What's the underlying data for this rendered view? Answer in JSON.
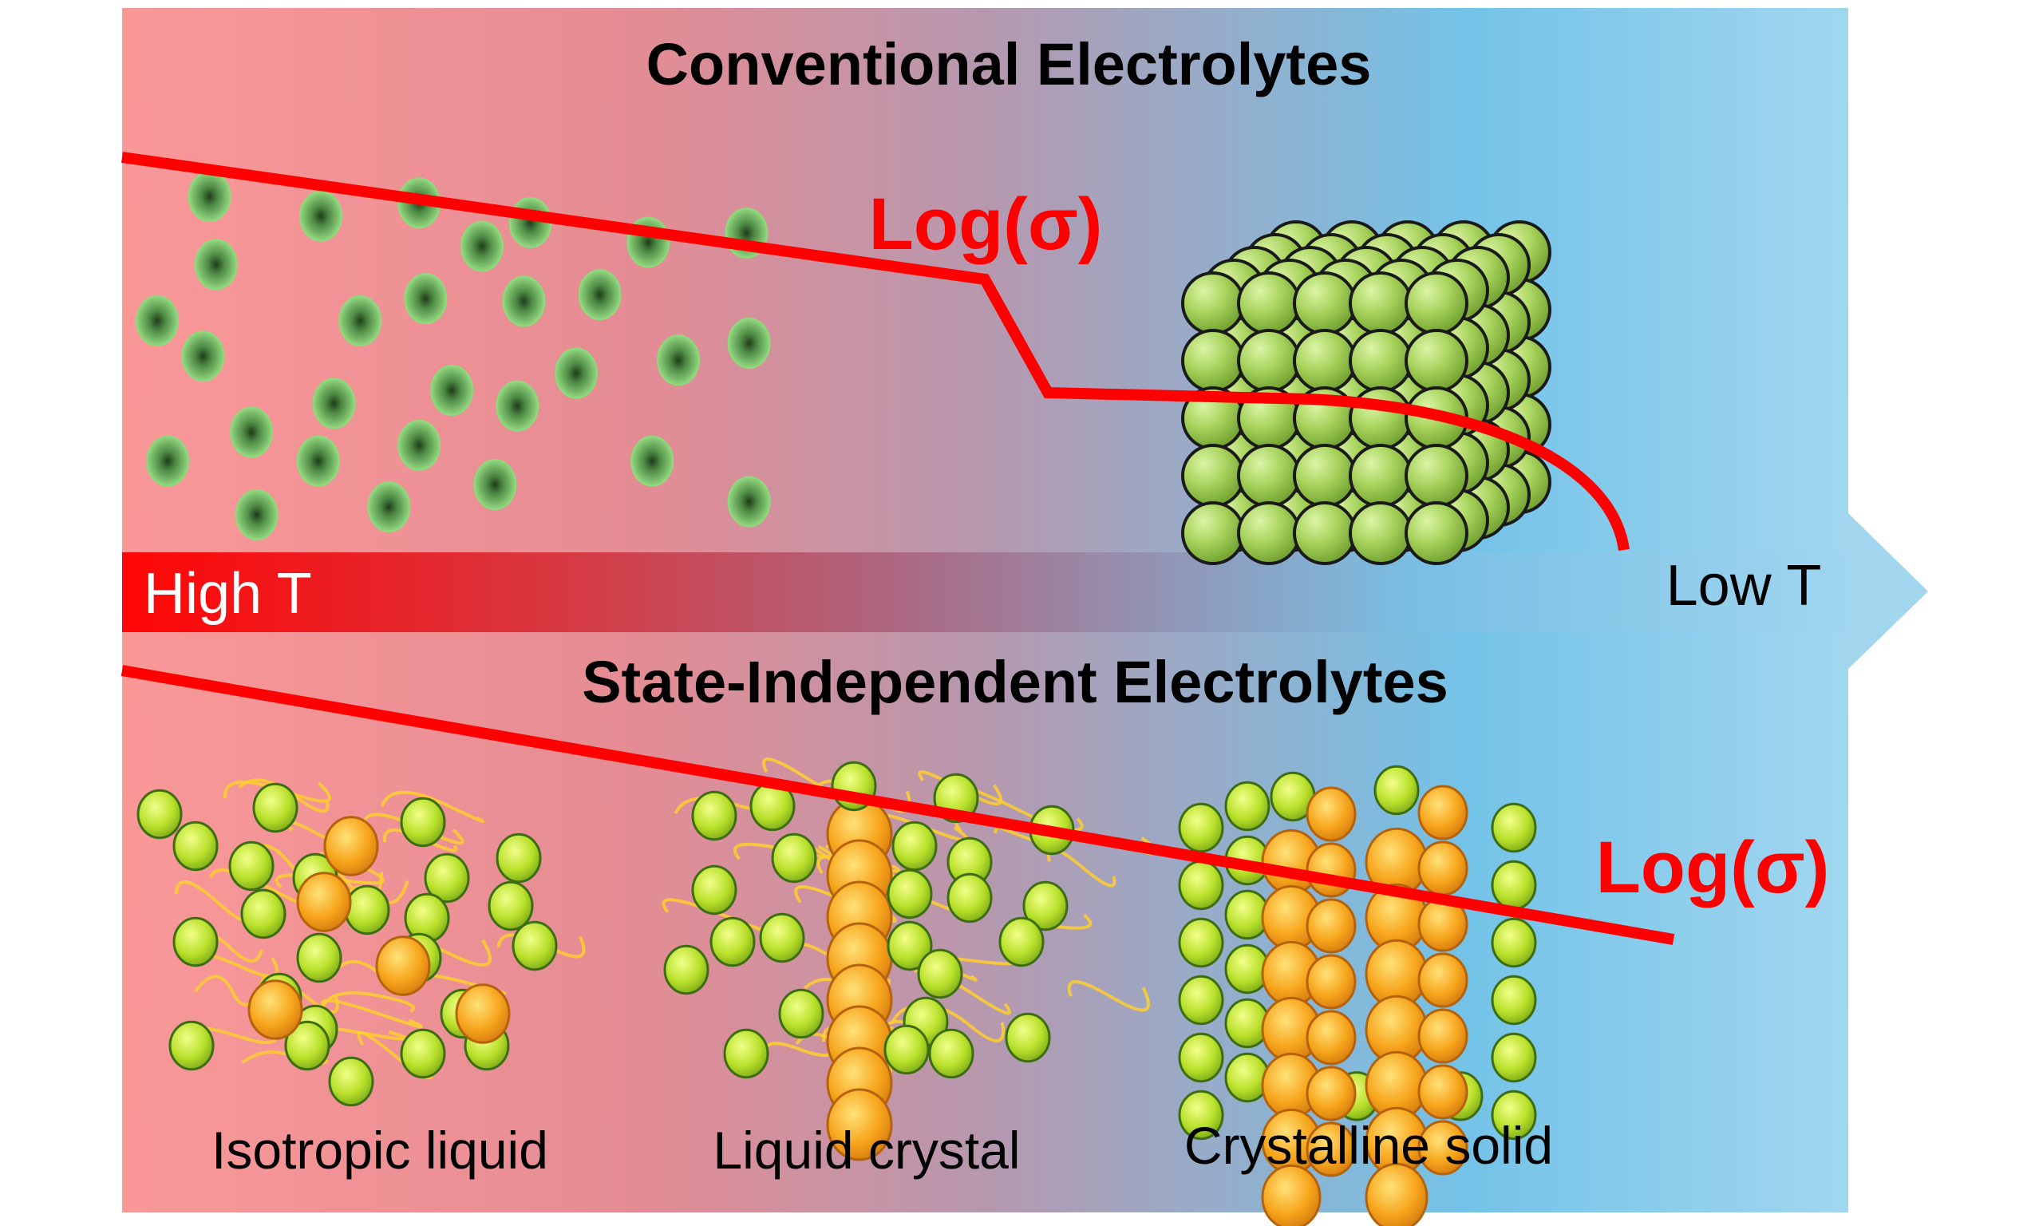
{
  "figure": {
    "top_panel": {
      "title": "Conventional Electrolytes",
      "curve_label": "Log(σ)",
      "illustrations": [
        "dispersed-ions",
        "crystal-lattice-cube"
      ]
    },
    "temperature_axis": {
      "left_label": "High T",
      "right_label": "Low T",
      "direction": "high-to-low temperature arrow"
    },
    "bottom_panel": {
      "title": "State-Independent Electrolytes",
      "curve_label": "Log(σ)",
      "states": [
        {
          "label": "Isotropic liquid"
        },
        {
          "label": "Liquid crystal"
        },
        {
          "label": "Crystalline solid"
        }
      ]
    },
    "colors": {
      "hot": "#fa9696",
      "cold": "#73c3e8",
      "curve": "#ff0000",
      "band_hot": "#ff0000",
      "ion_green": "#a5d84a",
      "mesogen_orange": "#f5a623"
    }
  }
}
